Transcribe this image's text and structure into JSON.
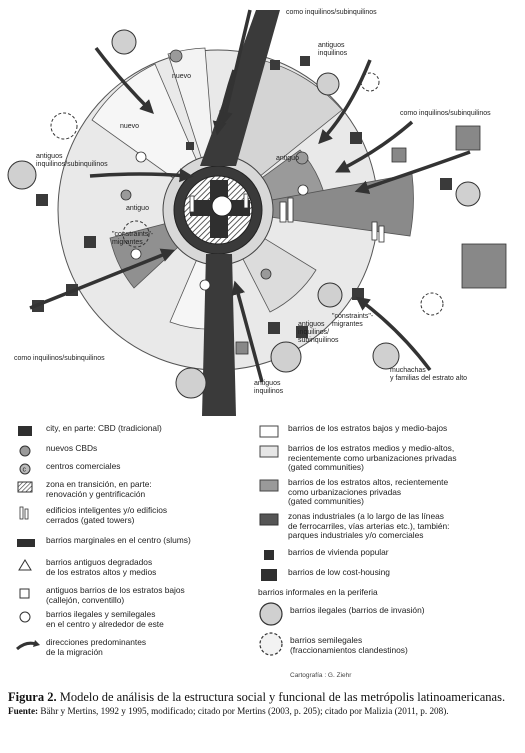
{
  "diagram": {
    "labels": {
      "top": "como inquilinos/subinquilinos",
      "antiguos_top": "antiguos\ninquilinos",
      "right_top": "como inquilinos/subinquilinos",
      "antiguos_left": "antiguos\ninquilinos/subinquilinos",
      "antiguo_left": "antiguo",
      "nuevo_left": "nuevo",
      "nuevo_top": "nuevo",
      "antiguo_right": "antiguo",
      "constraints_left": "\"constraints\"-\nmigrantes",
      "constraints_right": "\"constraints\"-\nmigrantes",
      "antiguos_mid": "antiguos\ninquilinos/\nsubinquilinos",
      "bottom_left": "como inquilinos/subinquilinos",
      "antiguos_bottom": "antiguos\ninquilinos",
      "muchachas": "muchachas\ny familias del estrato alto"
    }
  },
  "legend": {
    "left": [
      {
        "icon": "city-cbd-icon",
        "text": "city, en parte: CBD (tradicional)"
      },
      {
        "icon": "nuevos-cbd-icon",
        "text": "nuevos CBDs"
      },
      {
        "icon": "centros-comerciales-icon",
        "text": "centros comerciales"
      },
      {
        "icon": "zona-transicion-icon",
        "text": "zona en transición, en parte:\nrenovación y gentrificación"
      },
      {
        "icon": "edificios-inteligentes-icon",
        "text": "edificios inteligentes y/o edificios\ncerrados (gated towers)"
      },
      {
        "icon": "barrios-marginales-icon",
        "text": "barrios marginales en el centro (slums)"
      },
      {
        "icon": "barrios-degradados-icon",
        "text": "barrios antiguos degradados\nde los estratos altos y medios"
      },
      {
        "icon": "antiguos-barrios-bajos-icon",
        "text": "antiguos barrios de los estratos bajos\n(callejón, conventillo)"
      },
      {
        "icon": "barrios-ilegales-centro-icon",
        "text": "barrios ilegales y semilegales\nen el centro y alrededor de este"
      },
      {
        "icon": "migracion-arrow-icon",
        "text": "direcciones predominantes\nde la migración"
      }
    ],
    "right": [
      {
        "icon": "estratos-bajos-icon",
        "text": "barrios de los estratos bajos y medio-bajos"
      },
      {
        "icon": "estratos-medios-icon",
        "text": "barrios de los estratos medios y medio-altos,\nrecientemente como urbanizaciones privadas\n(gated communities)"
      },
      {
        "icon": "estratos-altos-icon",
        "text": "barrios de los estratos altos, recientemente\ncomo urbanizaciones privadas\n(gated communities)"
      },
      {
        "icon": "zonas-industriales-icon",
        "text": "zonas industriales (a lo largo de las líneas\nde ferrocarriles, vías arterias etc.), también:\nparques industriales y/o comerciales"
      },
      {
        "icon": "vivienda-popular-icon",
        "text": "barrios de vivienda popular"
      },
      {
        "icon": "low-cost-housing-icon",
        "text": "barrios de low cost-housing"
      },
      {
        "icon": "",
        "text": "barrios informales en la periferia"
      },
      {
        "icon": "barrios-ilegales-invasion-icon",
        "text": "barrios ilegales (barrios de invasión)"
      },
      {
        "icon": "barrios-semilegales-icon",
        "text": "barrios semilegales\n(fraccionamientos clandestinos)"
      }
    ]
  },
  "credit": "Cartografía : G. Ziehr",
  "caption": {
    "figure_label": "Figura 2.",
    "figure_text": " Modelo de análisis de la estructura social y funcional de las metrópolis latinoamericanas.",
    "source_label": "Fuente:",
    "source_text": " Bähr y Mertins, 1992 y 1995, modificado; citado por Mertins (2003, p. 205); citado por Malizia (2011, p. 208)."
  },
  "colors": {
    "dark": "#2f2f2f",
    "mid_gray": "#8e8e8e",
    "light_gray": "#c8c8c8",
    "pale": "#eeeeee",
    "paper": "#ffffff"
  }
}
